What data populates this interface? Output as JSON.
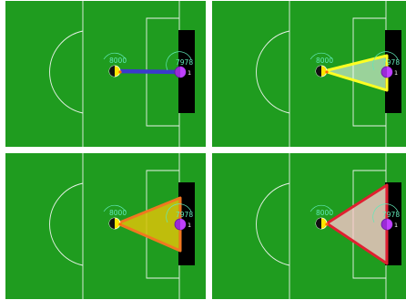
{
  "panels": [
    {
      "id": "tl",
      "overlay": {
        "shape": "line",
        "fill": "none",
        "stroke": "#3a3acc",
        "fill_opacity": 0
      },
      "players": [
        {
          "label": "8000",
          "team": "yellow-black"
        },
        {
          "label": "7978",
          "team": "purple",
          "number": "1"
        }
      ]
    },
    {
      "id": "tr",
      "overlay": {
        "shape": "triangle",
        "fill": "#ffffff",
        "stroke": "#ffff22",
        "fill_opacity": 0.55
      },
      "players": [
        {
          "label": "8000",
          "team": "yellow-black"
        },
        {
          "label": "7978",
          "team": "purple",
          "number": "1"
        }
      ]
    },
    {
      "id": "bl",
      "overlay": {
        "shape": "triangle",
        "fill": "#d6c20a",
        "stroke": "#f07820",
        "fill_opacity": 0.88
      },
      "players": [
        {
          "label": "8000",
          "team": "yellow-black"
        },
        {
          "label": "7978",
          "team": "purple",
          "number": "1"
        }
      ]
    },
    {
      "id": "br",
      "overlay": {
        "shape": "triangle",
        "fill": "#ffc8d0",
        "stroke": "#e02030",
        "fill_opacity": 0.78
      },
      "players": [
        {
          "label": "8000",
          "team": "yellow-black"
        },
        {
          "label": "7978",
          "team": "purple",
          "number": "1"
        }
      ]
    }
  ],
  "colors": {
    "pitch": "#1f9c1f",
    "lines": "#e8f2e8",
    "goal": "#000000",
    "label": "#62e8b8",
    "ball": "#ff6a00"
  }
}
